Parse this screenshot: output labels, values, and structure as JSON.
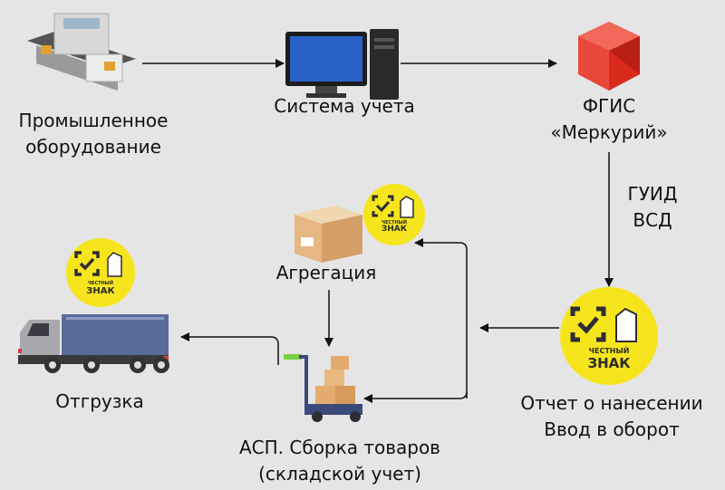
{
  "nodes": {
    "equipment": {
      "line1": "Промышленное",
      "line2": "оборудование"
    },
    "accounting": {
      "label": "Система учета"
    },
    "fgis": {
      "line1": "ФГИС",
      "line2": "«Меркурий»"
    },
    "guid": {
      "line1": "ГУИД",
      "line2": "ВСД"
    },
    "report": {
      "line1": "Отчет о нанесении",
      "line2": "Ввод в оборот"
    },
    "aggregation": {
      "label": "Агрегация"
    },
    "asp": {
      "line1": "АСП. Сборка товаров",
      "line2": "(складской учет)"
    },
    "shipment": {
      "label": "Отгрузка"
    }
  },
  "badge": {
    "line1": "ЧЕСТНЫЙ",
    "line2": "ЗНАК"
  },
  "colors": {
    "badge": "#f6e51c",
    "background": "#e5e5e5",
    "arrow": "#111111"
  }
}
